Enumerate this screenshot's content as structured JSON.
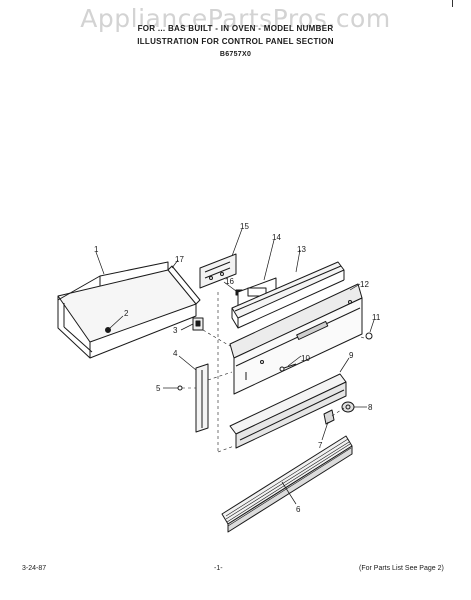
{
  "header": {
    "watermark": "AppliancePartsPros.com",
    "title_line_1": "FOR ... BAS BUILT - IN OVEN - MODEL NUMBER",
    "title_line_2": "ILLUSTRATION FOR CONTROL PANEL SECTION",
    "part_code": "B6757X0"
  },
  "callouts": [
    "1",
    "2",
    "3",
    "4",
    "5",
    "6",
    "7",
    "8",
    "9",
    "10",
    "11",
    "12",
    "13",
    "14",
    "15",
    "16",
    "17"
  ],
  "footer": {
    "date": "3-24-87",
    "page": "-1-",
    "note": "(For Parts List See Page 2)"
  }
}
